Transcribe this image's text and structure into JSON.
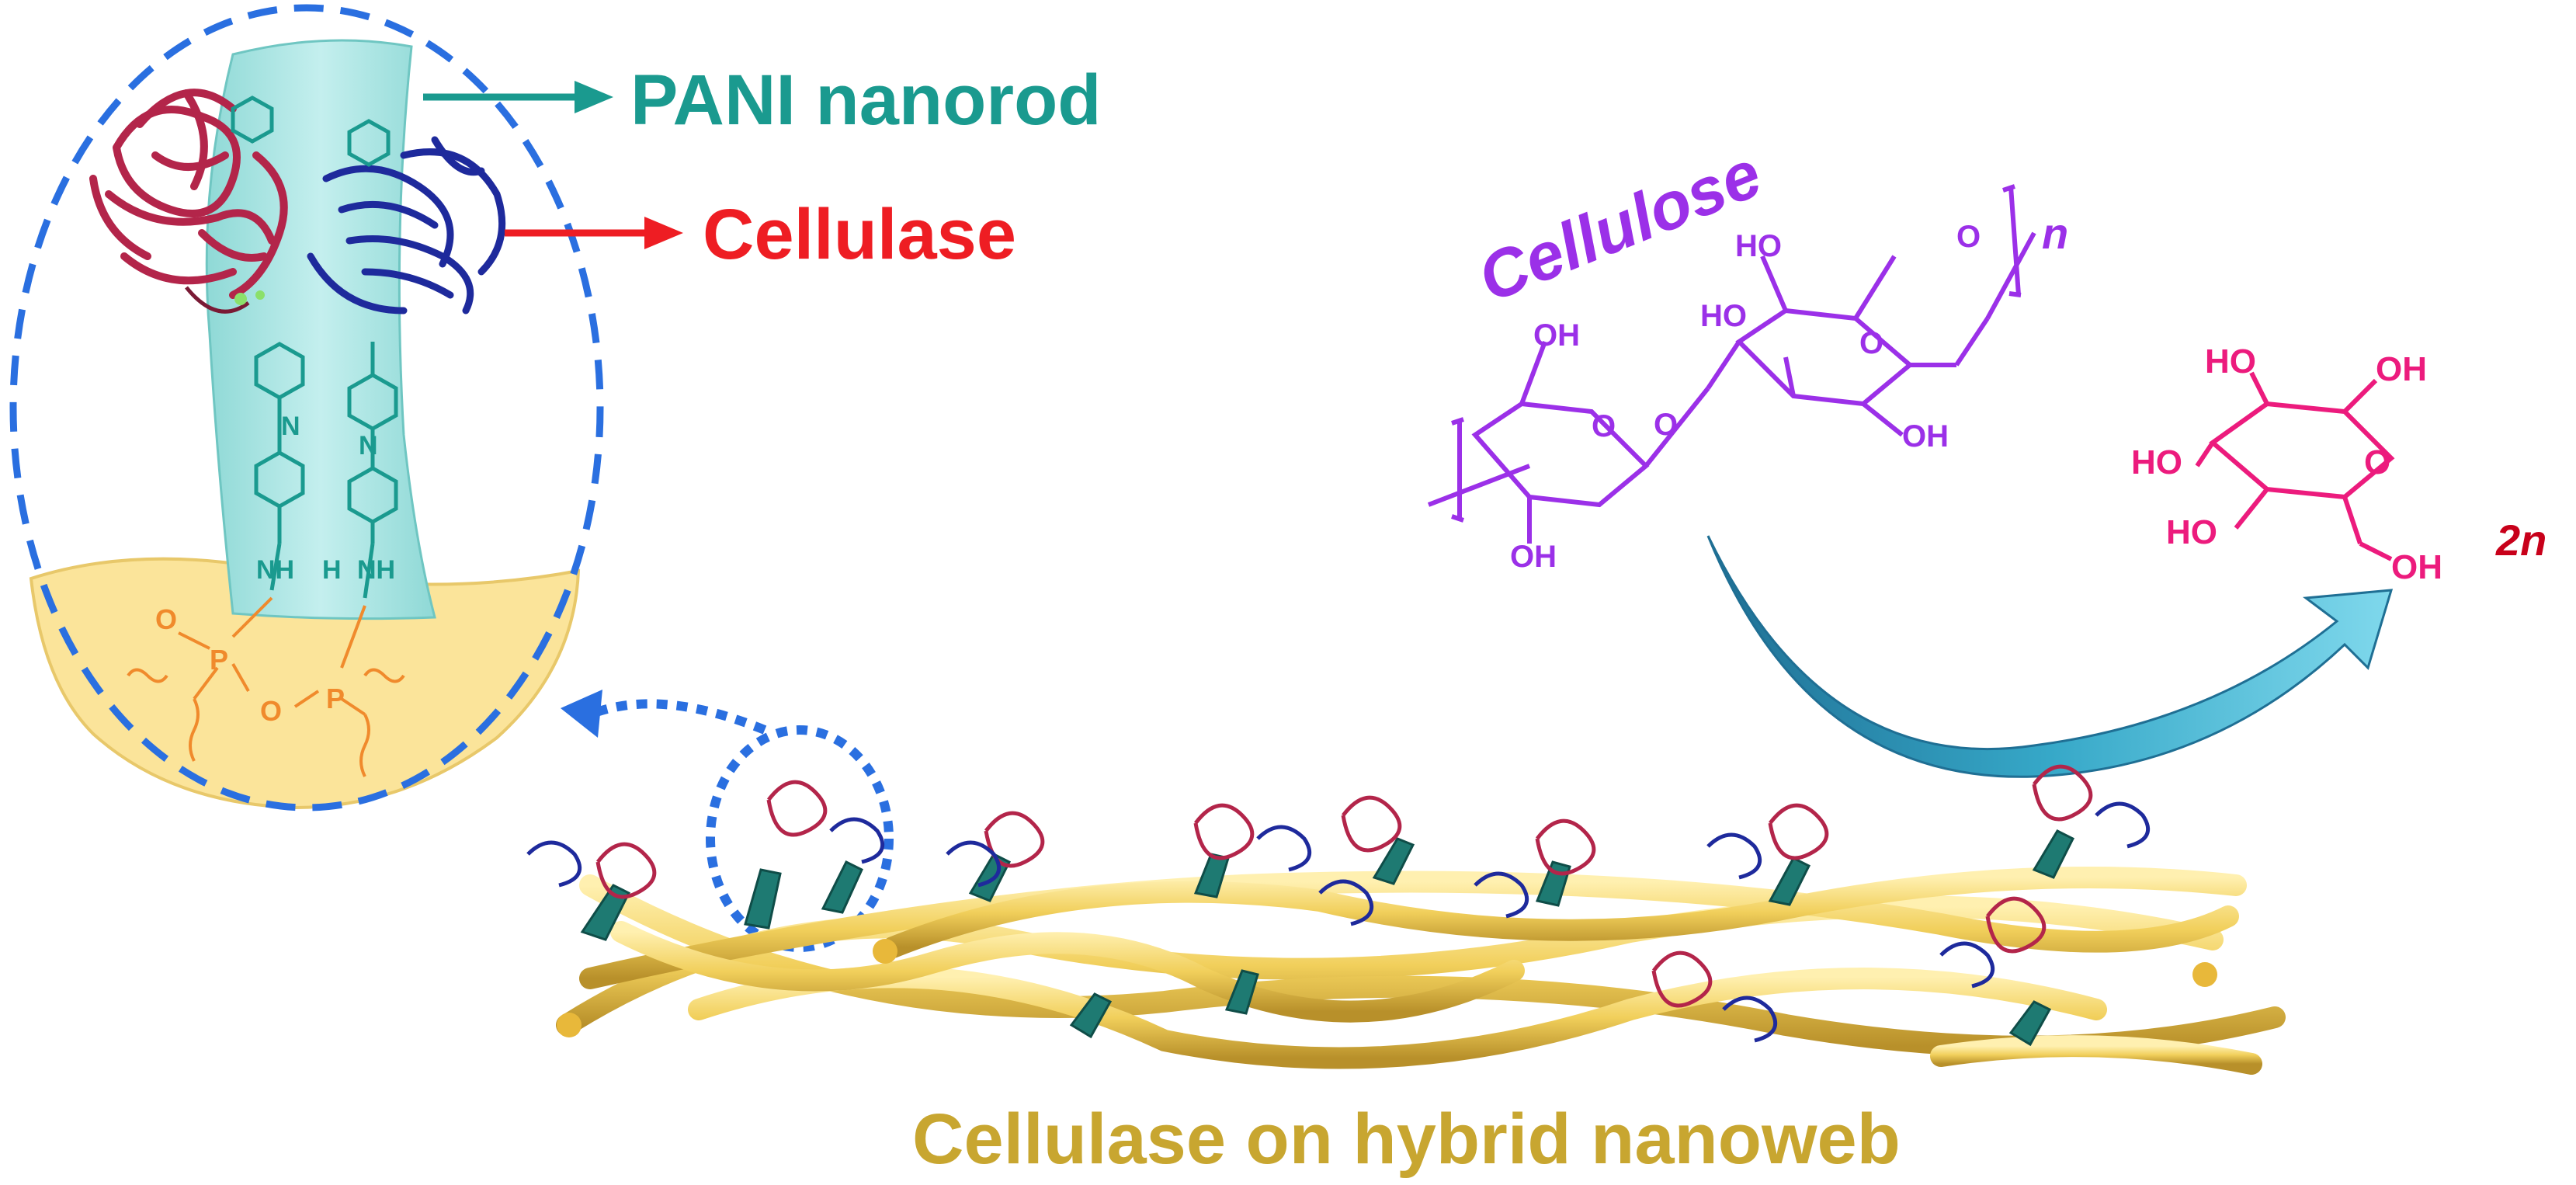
{
  "labels": {
    "pani_nanorod": "PANI nanorod",
    "cellulase": "Cellulase",
    "cellulose": "Cellulose",
    "repeat_n": "n",
    "product_2n": "2n",
    "nanoweb_caption": "Cellulase on hybrid nanoweb"
  },
  "chem": {
    "oh": "OH",
    "ho": "HO",
    "o": "O",
    "nh": "NH",
    "n": "N",
    "h": "H",
    "p": "P"
  },
  "colors": {
    "teal": "#1a9a8f",
    "red": "#ee1d23",
    "purple": "#9b30e8",
    "magenta": "#ec1b7d",
    "dark_red": "#c8001a",
    "gold": "#c8a630",
    "blue_dash": "#2a6fe0",
    "protein_red": "#b3254a",
    "protein_blue": "#1e2a9c",
    "yellow_substrate": "#fbe49a",
    "orange_phosphonate": "#f08a2c",
    "rod_cyan": "#a4e4e2",
    "fiber_yellow": "#f1cf5b",
    "arrow_cyan": "#36a8c8"
  }
}
